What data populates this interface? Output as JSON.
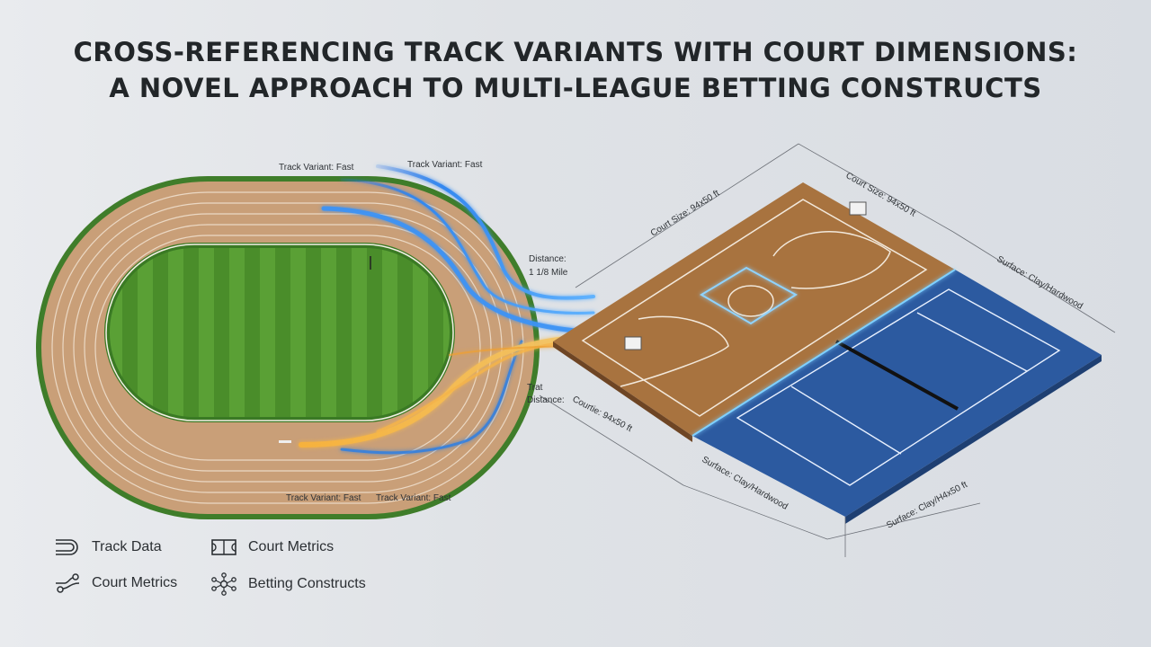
{
  "title": {
    "line1": "CROSS-REFERENCING TRACK VARIANTS WITH COURT DIMENSIONS:",
    "line2": "A NOVEL APPROACH TO MULTI-LEAGUE BETTING CONSTRUCTS"
  },
  "labels": {
    "track_variant_1": "Track Variant: Fast",
    "track_variant_2": "Track Variant: Fast",
    "track_variant_3": "Track Variant: Fast",
    "track_variant_4": "Track Variant: Fast",
    "distance_title": "Distance:",
    "distance_value": "1 1/8 Mile",
    "trat": "Trat",
    "distance_2": "Distance:",
    "court_size_1": "Court Size: 94x50 ft",
    "court_size_2": "Court Size: 94x50 ft",
    "courtie": "Courtie: 94x50 ft",
    "surface_1": "Surface: Clay/Hardwood",
    "surface_2": "Surface: Clay/Hardwood",
    "surface_3": "Surface: Clay/H4x50 ft"
  },
  "legend": {
    "track_data": "Track Data",
    "court_metrics_a": "Court Metrics",
    "court_metrics_b": "Court Metrics",
    "betting_constructs": "Betting Constructs"
  },
  "colors": {
    "track": "#c69a72",
    "turf": "#4c8f2c",
    "hardwood": "#a8733f",
    "tennis": "#2c5aa0",
    "flow_blue": "#2f7fe0",
    "flow_orange": "#f2a23a"
  },
  "icons": [
    "track-lanes-icon",
    "court-icon",
    "graph-node-icon",
    "network-icon"
  ]
}
